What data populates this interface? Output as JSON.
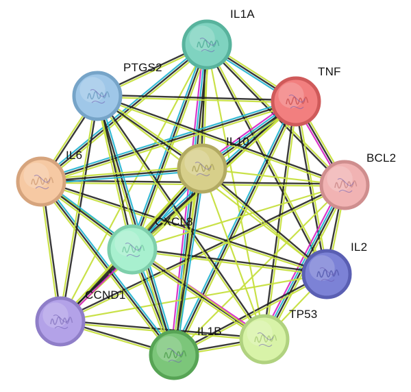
{
  "network": {
    "nodes": [
      {
        "id": "IL1A",
        "label": "IL1A",
        "color": "#7fd3c0",
        "ring": "#58b39d"
      },
      {
        "id": "TNF",
        "label": "TNF",
        "color": "#f27f7f",
        "ring": "#cf5a5a"
      },
      {
        "id": "BCL2",
        "label": "BCL2",
        "color": "#f1b3b3",
        "ring": "#cf8e8e"
      },
      {
        "id": "IL2",
        "label": "IL2",
        "color": "#7c82d6",
        "ring": "#5a5fb3"
      },
      {
        "id": "TP53",
        "label": "TP53",
        "color": "#d8f3a8",
        "ring": "#b0d27f"
      },
      {
        "id": "IL1B",
        "label": "IL1B",
        "color": "#7cc67a",
        "ring": "#57a455"
      },
      {
        "id": "CCND1",
        "label": "CCND1",
        "color": "#b3a2e8",
        "ring": "#8f7ec8"
      },
      {
        "id": "CXCL8",
        "label": "CXCL8",
        "color": "#a8f0cf",
        "ring": "#7ecfab"
      },
      {
        "id": "IL6",
        "label": "IL6",
        "color": "#f6c9a3",
        "ring": "#d6a47d"
      },
      {
        "id": "PTGS2",
        "label": "PTGS2",
        "color": "#9fc7e8",
        "ring": "#76a4c8"
      },
      {
        "id": "IL10",
        "label": "IL10",
        "color": "#d7cf8a",
        "ring": "#b2aa62"
      }
    ],
    "edge_colors": {
      "textmining": "#c6df3e",
      "coexpression": "#222222",
      "database": "#1fb3cf",
      "experiment": "#d51fc2"
    },
    "edges": [
      {
        "a": "IL1A",
        "b": "TNF",
        "types": [
          "textmining",
          "coexpression",
          "database"
        ]
      },
      {
        "a": "IL1A",
        "b": "BCL2",
        "types": [
          "textmining",
          "coexpression"
        ]
      },
      {
        "a": "IL1A",
        "b": "IL2",
        "types": [
          "textmining",
          "coexpression"
        ]
      },
      {
        "a": "IL1A",
        "b": "TP53",
        "types": [
          "textmining"
        ]
      },
      {
        "a": "IL1A",
        "b": "IL1B",
        "types": [
          "textmining",
          "coexpression",
          "database",
          "experiment"
        ]
      },
      {
        "a": "IL1A",
        "b": "CCND1",
        "types": [
          "textmining"
        ]
      },
      {
        "a": "IL1A",
        "b": "CXCL8",
        "types": [
          "textmining",
          "coexpression",
          "database"
        ]
      },
      {
        "a": "IL1A",
        "b": "IL6",
        "types": [
          "textmining",
          "coexpression",
          "database"
        ]
      },
      {
        "a": "IL1A",
        "b": "PTGS2",
        "types": [
          "textmining",
          "coexpression"
        ]
      },
      {
        "a": "IL1A",
        "b": "IL10",
        "types": [
          "textmining",
          "coexpression"
        ]
      },
      {
        "a": "TNF",
        "b": "BCL2",
        "types": [
          "textmining",
          "coexpression",
          "experiment"
        ]
      },
      {
        "a": "TNF",
        "b": "IL2",
        "types": [
          "textmining",
          "coexpression"
        ]
      },
      {
        "a": "TNF",
        "b": "TP53",
        "types": [
          "textmining",
          "coexpression"
        ]
      },
      {
        "a": "TNF",
        "b": "IL1B",
        "types": [
          "textmining",
          "coexpression",
          "database"
        ]
      },
      {
        "a": "TNF",
        "b": "CCND1",
        "types": [
          "textmining",
          "coexpression"
        ]
      },
      {
        "a": "TNF",
        "b": "CXCL8",
        "types": [
          "textmining",
          "coexpression",
          "database"
        ]
      },
      {
        "a": "TNF",
        "b": "IL6",
        "types": [
          "textmining",
          "coexpression",
          "database"
        ]
      },
      {
        "a": "TNF",
        "b": "PTGS2",
        "types": [
          "textmining",
          "coexpression"
        ]
      },
      {
        "a": "TNF",
        "b": "IL10",
        "types": [
          "textmining",
          "coexpression",
          "database",
          "experiment"
        ]
      },
      {
        "a": "BCL2",
        "b": "IL2",
        "types": [
          "textmining",
          "coexpression"
        ]
      },
      {
        "a": "BCL2",
        "b": "TP53",
        "types": [
          "textmining",
          "coexpression",
          "database",
          "experiment"
        ]
      },
      {
        "a": "BCL2",
        "b": "IL1B",
        "types": [
          "textmining"
        ]
      },
      {
        "a": "BCL2",
        "b": "CCND1",
        "types": [
          "textmining",
          "coexpression"
        ]
      },
      {
        "a": "BCL2",
        "b": "CXCL8",
        "types": [
          "textmining"
        ]
      },
      {
        "a": "BCL2",
        "b": "IL6",
        "types": [
          "textmining",
          "coexpression"
        ]
      },
      {
        "a": "BCL2",
        "b": "PTGS2",
        "types": [
          "textmining",
          "coexpression"
        ]
      },
      {
        "a": "BCL2",
        "b": "IL10",
        "types": [
          "textmining"
        ]
      },
      {
        "a": "IL2",
        "b": "TP53",
        "types": [
          "textmining"
        ]
      },
      {
        "a": "IL2",
        "b": "IL1B",
        "types": [
          "textmining",
          "coexpression"
        ]
      },
      {
        "a": "IL2",
        "b": "CCND1",
        "types": [
          "textmining"
        ]
      },
      {
        "a": "IL2",
        "b": "CXCL8",
        "types": [
          "textmining",
          "coexpression"
        ]
      },
      {
        "a": "IL2",
        "b": "IL6",
        "types": [
          "textmining",
          "coexpression"
        ]
      },
      {
        "a": "IL2",
        "b": "PTGS2",
        "types": [
          "textmining"
        ]
      },
      {
        "a": "IL2",
        "b": "IL10",
        "types": [
          "textmining",
          "coexpression"
        ]
      },
      {
        "a": "TP53",
        "b": "IL1B",
        "types": [
          "textmining",
          "coexpression"
        ]
      },
      {
        "a": "TP53",
        "b": "CCND1",
        "types": [
          "textmining",
          "coexpression"
        ]
      },
      {
        "a": "TP53",
        "b": "CXCL8",
        "types": [
          "textmining",
          "coexpression",
          "experiment"
        ]
      },
      {
        "a": "TP53",
        "b": "IL6",
        "types": [
          "textmining"
        ]
      },
      {
        "a": "TP53",
        "b": "PTGS2",
        "types": [
          "textmining",
          "coexpression"
        ]
      },
      {
        "a": "TP53",
        "b": "IL10",
        "types": [
          "textmining"
        ]
      },
      {
        "a": "IL1B",
        "b": "CCND1",
        "types": [
          "textmining",
          "coexpression"
        ]
      },
      {
        "a": "IL1B",
        "b": "CXCL8",
        "types": [
          "textmining",
          "coexpression",
          "database"
        ]
      },
      {
        "a": "IL1B",
        "b": "IL6",
        "types": [
          "textmining",
          "coexpression",
          "database"
        ]
      },
      {
        "a": "IL1B",
        "b": "PTGS2",
        "types": [
          "textmining",
          "coexpression",
          "database"
        ]
      },
      {
        "a": "IL1B",
        "b": "IL10",
        "types": [
          "textmining",
          "coexpression",
          "database"
        ]
      },
      {
        "a": "CCND1",
        "b": "CXCL8",
        "types": [
          "textmining",
          "coexpression",
          "experiment"
        ]
      },
      {
        "a": "CCND1",
        "b": "IL6",
        "types": [
          "textmining",
          "coexpression"
        ]
      },
      {
        "a": "CCND1",
        "b": "PTGS2",
        "types": [
          "textmining",
          "coexpression"
        ]
      },
      {
        "a": "CCND1",
        "b": "IL10",
        "types": [
          "textmining",
          "coexpression"
        ]
      },
      {
        "a": "CXCL8",
        "b": "IL6",
        "types": [
          "textmining",
          "coexpression",
          "database"
        ]
      },
      {
        "a": "CXCL8",
        "b": "PTGS2",
        "types": [
          "textmining",
          "coexpression"
        ]
      },
      {
        "a": "CXCL8",
        "b": "IL10",
        "types": [
          "textmining",
          "coexpression",
          "database"
        ]
      },
      {
        "a": "IL6",
        "b": "PTGS2",
        "types": [
          "textmining",
          "coexpression"
        ]
      },
      {
        "a": "IL6",
        "b": "IL10",
        "types": [
          "textmining",
          "coexpression",
          "database"
        ]
      },
      {
        "a": "PTGS2",
        "b": "IL10",
        "types": [
          "textmining",
          "coexpression"
        ]
      }
    ]
  }
}
